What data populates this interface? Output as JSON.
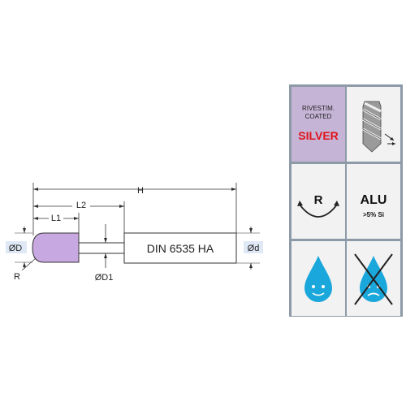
{
  "drawing": {
    "dim_H": "H",
    "dim_L2": "L2",
    "dim_L1": "L1",
    "dim_D": "ØD",
    "dim_d": "Ød",
    "dim_D1": "ØD1",
    "dim_R": "R",
    "standard": "DIN 6535 HA"
  },
  "properties": {
    "coating_line1": "RIVESTIM.",
    "coating_line2": "COATED",
    "coating_name": "SILVER",
    "radius_label": "R",
    "material_label": "ALU",
    "material_note": ">5% Si",
    "icons": {
      "drill": "drill-flute-icon",
      "radius": "radius-arc-icon",
      "coolant": "coolant-drop-icon",
      "no_coolant": "no-coolant-drop-icon"
    },
    "colors": {
      "panel": "#8d9aa7",
      "coating_bg": "#c6b4d6",
      "head": "#c8a8e0",
      "drop": "#1aa7db",
      "silver_text": "#e0121b"
    }
  }
}
